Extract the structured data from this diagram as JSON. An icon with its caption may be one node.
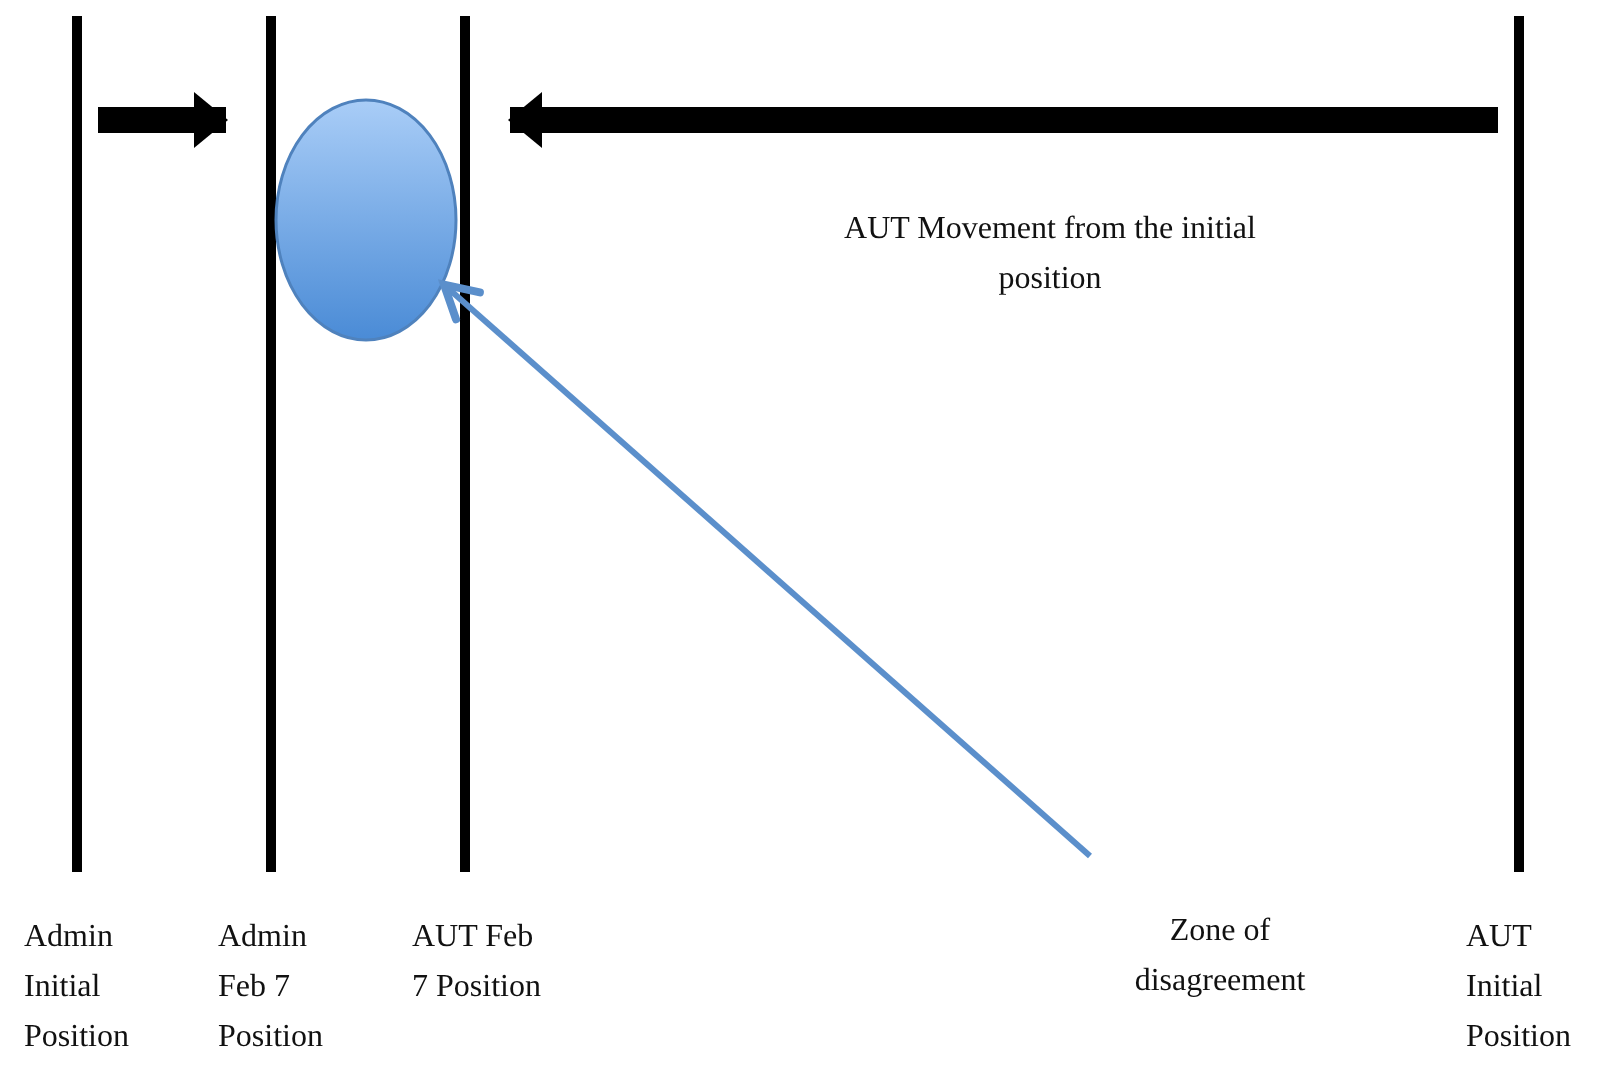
{
  "diagram": {
    "nodes": [
      {
        "text": [],
        "shape": "bar",
        "beside": [
          "Admin Initial Position"
        ]
      },
      {
        "text": [],
        "shape": "bar",
        "beside": [
          "Admin Feb 7 Position"
        ]
      },
      {
        "text": [],
        "shape": "bar",
        "beside": [
          "AUT Feb 7 Position"
        ]
      },
      {
        "text": [],
        "shape": "bar",
        "beside": [
          "AUT Initial Position"
        ]
      },
      {
        "text": [],
        "shape": "circle"
      },
      {
        "text": [
          "Zone of disagreement"
        ]
      }
    ],
    "edges": [
      {
        "from": 0,
        "to": 1,
        "arrow": "to"
      },
      {
        "from": 3,
        "to": 2,
        "arrow": "to"
      },
      {
        "from": 5,
        "to": 4,
        "arrow": "to",
        "color": "#5b8fcb"
      }
    ],
    "labels": [
      "AUT Movement from the initial position"
    ]
  }
}
